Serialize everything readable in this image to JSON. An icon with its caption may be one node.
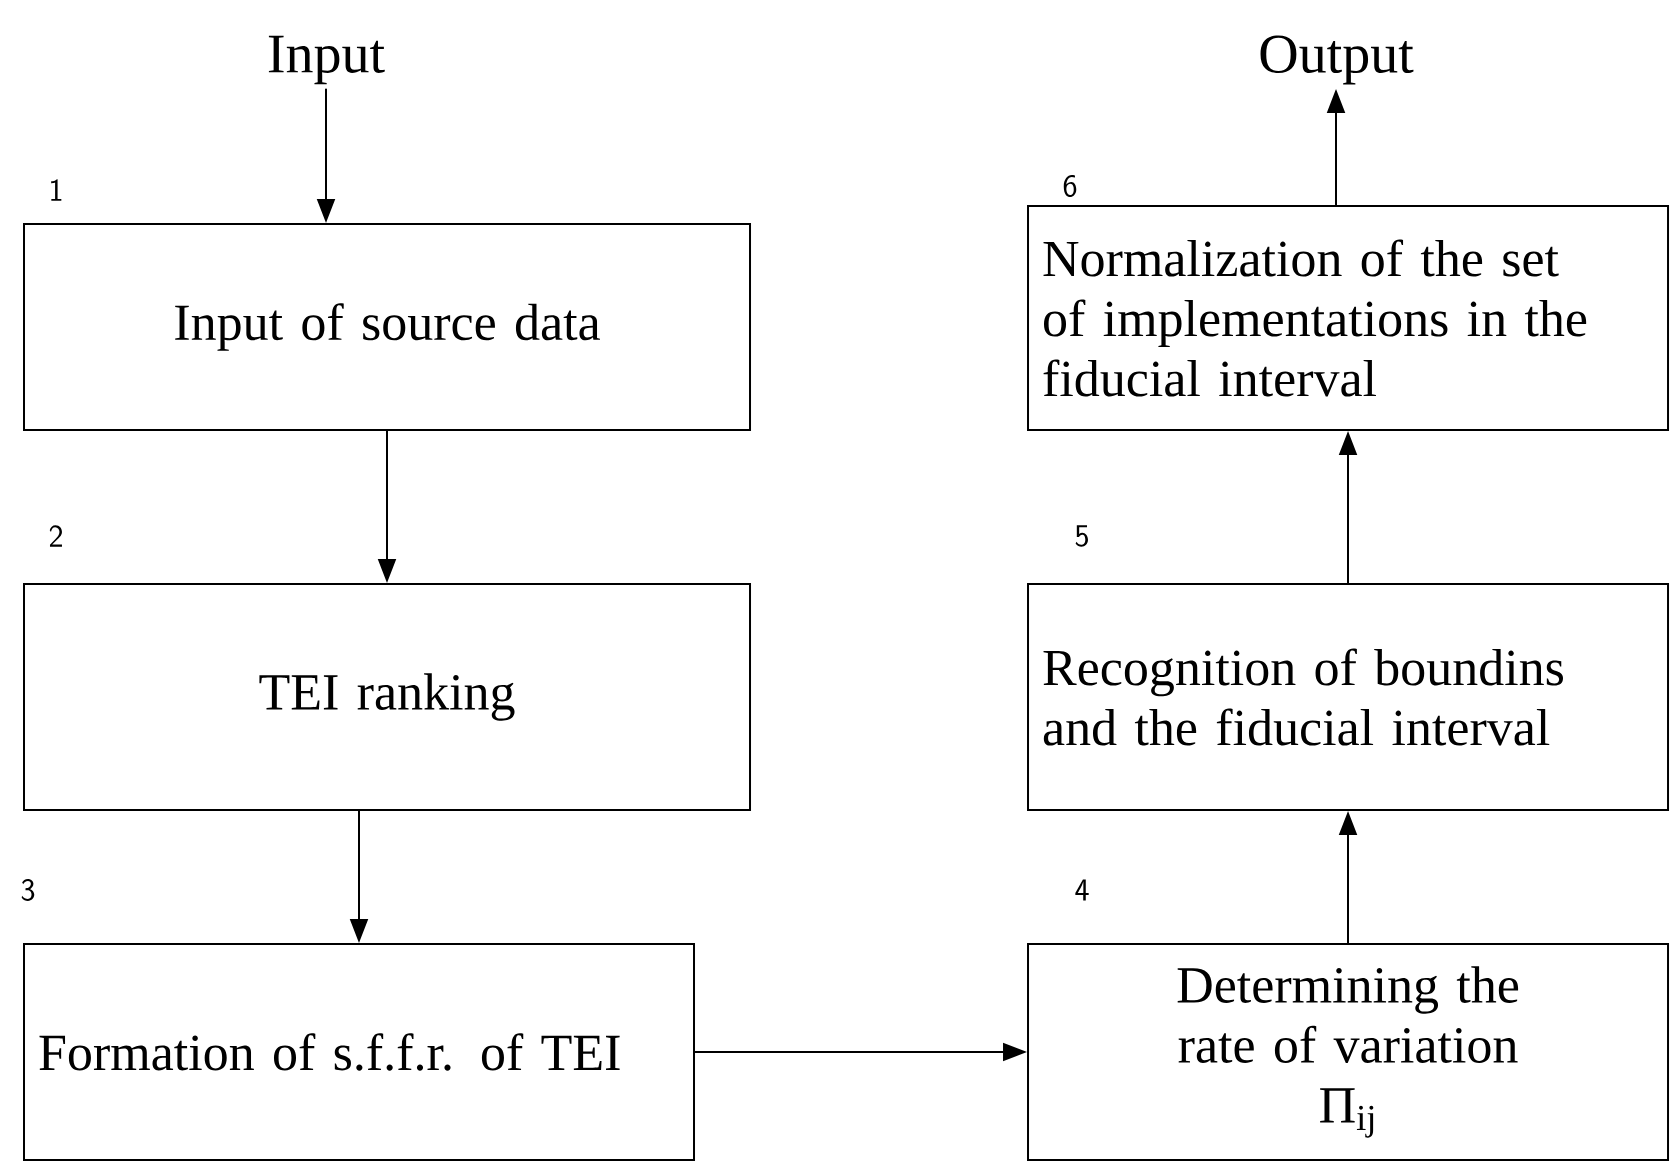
{
  "diagram": {
    "nodes": [
      {
        "text": [
          "Input"
        ]
      },
      {
        "text": [
          "Input of source data"
        ],
        "beside": [
          "1"
        ]
      },
      {
        "text": [
          "TEI ranking"
        ],
        "beside": [
          "2"
        ]
      },
      {
        "text": [
          "Formation of s.f.f.r. of TEI"
        ],
        "beside": [
          "3"
        ]
      },
      {
        "text": [
          "Determining the rate of variation",
          "Π$_{ij}$"
        ],
        "beside": [
          "4"
        ]
      },
      {
        "text": [
          "Recognition of boundins and the fiducial interval"
        ],
        "beside": [
          "5"
        ]
      },
      {
        "text": [
          "Normalization of the set of implementations in the fiducial interval"
        ],
        "beside": [
          "6"
        ]
      },
      {
        "text": [
          "Output"
        ]
      }
    ],
    "edges": [
      {
        "from": 0,
        "to": 1,
        "arrow": "to"
      },
      {
        "from": 1,
        "to": 2,
        "arrow": "to"
      },
      {
        "from": 2,
        "to": 3,
        "arrow": "to"
      },
      {
        "from": 3,
        "to": 4,
        "arrow": "to"
      },
      {
        "from": 4,
        "to": 5,
        "arrow": "to"
      },
      {
        "from": 5,
        "to": 6,
        "arrow": "to"
      },
      {
        "from": 6,
        "to": 7,
        "arrow": "to"
      }
    ]
  }
}
